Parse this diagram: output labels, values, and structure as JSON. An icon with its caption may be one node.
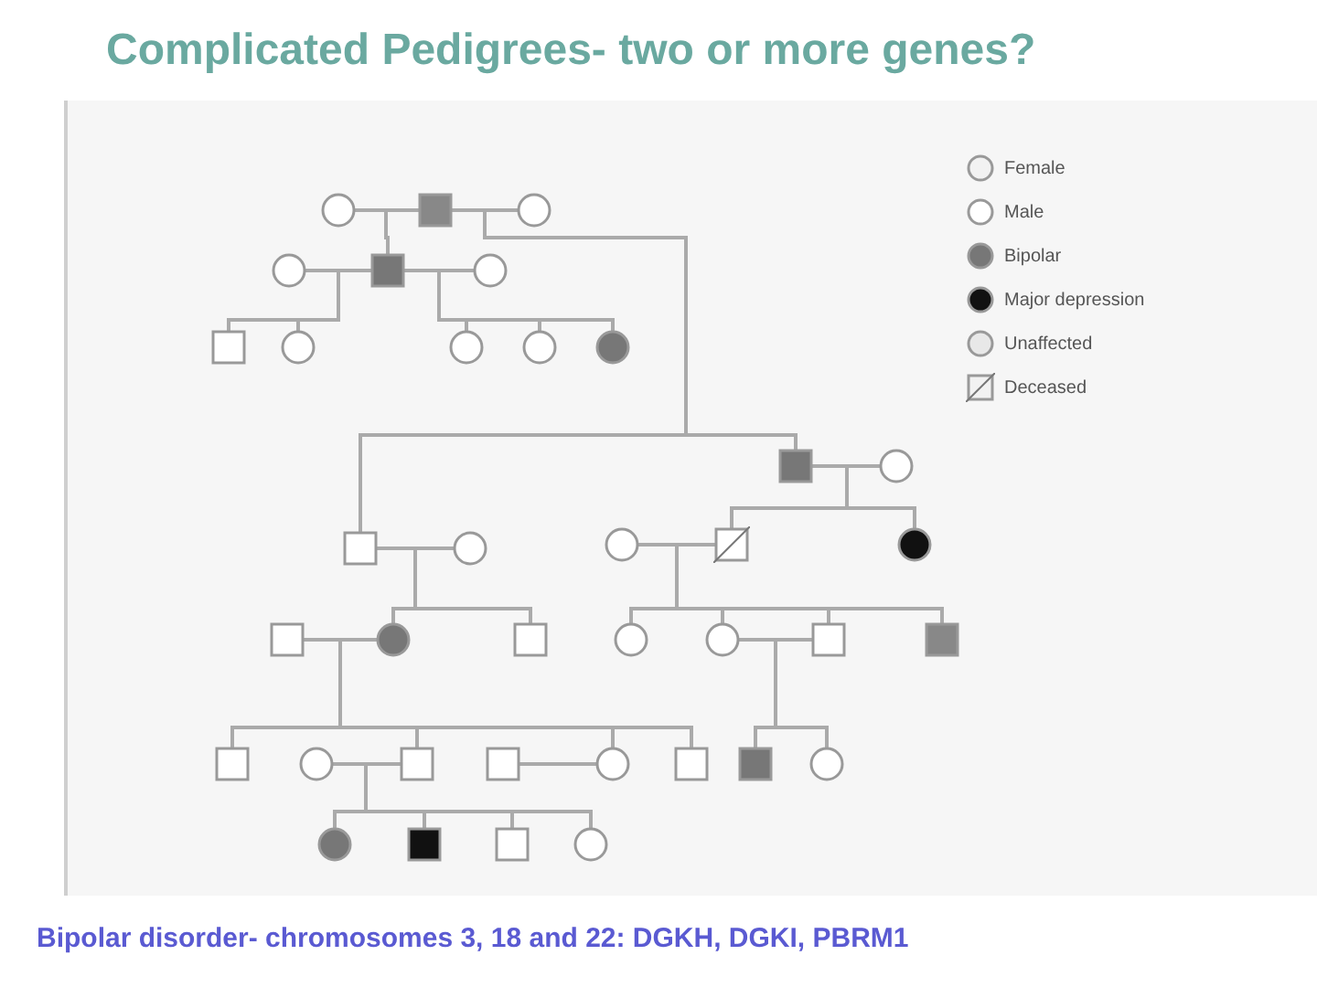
{
  "diagram": {
    "title": "Complicated Pedigrees- two or more genes?",
    "caption": "Bipolar disorder- chromosomes 3, 18 and 22: DGKH, DGKI, PBRM1",
    "nodes": [
      {
        "text": [],
        "shape": "circle"
      },
      {
        "text": [],
        "shape": "box"
      },
      {
        "text": [],
        "shape": "circle"
      },
      {
        "text": [],
        "shape": "circle"
      },
      {
        "text": [],
        "shape": "box"
      },
      {
        "text": [],
        "shape": "circle"
      },
      {
        "text": [],
        "shape": "box"
      },
      {
        "text": [],
        "shape": "circle"
      },
      {
        "text": [],
        "shape": "circle"
      },
      {
        "text": [],
        "shape": "circle"
      },
      {
        "text": [],
        "shape": "circle"
      },
      {
        "text": [],
        "shape": "box"
      },
      {
        "text": [],
        "shape": "circle"
      },
      {
        "text": [],
        "shape": "box"
      },
      {
        "text": [],
        "shape": "circle"
      },
      {
        "text": [],
        "shape": "circle"
      },
      {
        "text": [],
        "shape": "box"
      },
      {
        "text": [],
        "shape": "circle"
      },
      {
        "text": [],
        "shape": "box"
      },
      {
        "text": [],
        "shape": "circle"
      },
      {
        "text": [],
        "shape": "box"
      },
      {
        "text": [],
        "shape": "circle"
      },
      {
        "text": [],
        "shape": "circle"
      },
      {
        "text": [],
        "shape": "box"
      },
      {
        "text": [],
        "shape": "box"
      },
      {
        "text": [],
        "shape": "box"
      },
      {
        "text": [],
        "shape": "circle"
      },
      {
        "text": [],
        "shape": "box"
      },
      {
        "text": [],
        "shape": "box"
      },
      {
        "text": [],
        "shape": "circle"
      },
      {
        "text": [],
        "shape": "box"
      },
      {
        "text": [],
        "shape": "box"
      },
      {
        "text": [],
        "shape": "circle"
      },
      {
        "text": [],
        "shape": "circle"
      },
      {
        "text": [],
        "shape": "box"
      },
      {
        "text": [],
        "shape": "box"
      },
      {
        "text": [],
        "shape": "circle"
      }
    ],
    "edges": [
      {
        "from": 0,
        "to": 1,
        "arrow": "none"
      },
      {
        "from": 1,
        "to": 2,
        "arrow": "none"
      },
      {
        "from": 1,
        "to": 4,
        "arrow": "none"
      },
      {
        "from": 3,
        "to": 4,
        "arrow": "none"
      },
      {
        "from": 4,
        "to": 5,
        "arrow": "none"
      },
      {
        "from": 4,
        "to": 6,
        "arrow": "none"
      },
      {
        "from": 4,
        "to": 7,
        "arrow": "none"
      },
      {
        "from": 4,
        "to": 8,
        "arrow": "none"
      },
      {
        "from": 4,
        "to": 9,
        "arrow": "none"
      },
      {
        "from": 4,
        "to": 10,
        "arrow": "none"
      },
      {
        "from": 1,
        "to": 11,
        "arrow": "none"
      },
      {
        "from": 1,
        "to": 13,
        "arrow": "none"
      },
      {
        "from": 11,
        "to": 12,
        "arrow": "none"
      },
      {
        "from": 11,
        "to": 16,
        "arrow": "none"
      },
      {
        "from": 11,
        "to": 17,
        "arrow": "none"
      },
      {
        "from": 13,
        "to": 14,
        "arrow": "none"
      },
      {
        "from": 15,
        "to": 16,
        "arrow": "none"
      },
      {
        "from": 13,
        "to": 19,
        "arrow": "none"
      },
      {
        "from": 13,
        "to": 20,
        "arrow": "none"
      },
      {
        "from": 16,
        "to": 21,
        "arrow": "none"
      },
      {
        "from": 16,
        "to": 22,
        "arrow": "none"
      },
      {
        "from": 16,
        "to": 23,
        "arrow": "none"
      },
      {
        "from": 16,
        "to": 24,
        "arrow": "none"
      },
      {
        "from": 18,
        "to": 19,
        "arrow": "none"
      },
      {
        "from": 22,
        "to": 23,
        "arrow": "none"
      },
      {
        "from": 19,
        "to": 25,
        "arrow": "none"
      },
      {
        "from": 19,
        "to": 27,
        "arrow": "none"
      },
      {
        "from": 19,
        "to": 29,
        "arrow": "none"
      },
      {
        "from": 19,
        "to": 30,
        "arrow": "none"
      },
      {
        "from": 22,
        "to": 31,
        "arrow": "none"
      },
      {
        "from": 22,
        "to": 32,
        "arrow": "none"
      },
      {
        "from": 26,
        "to": 27,
        "arrow": "none"
      },
      {
        "from": 28,
        "to": 29,
        "arrow": "none"
      },
      {
        "from": 27,
        "to": 33,
        "arrow": "none"
      },
      {
        "from": 27,
        "to": 34,
        "arrow": "none"
      },
      {
        "from": 27,
        "to": 35,
        "arrow": "none"
      },
      {
        "from": 27,
        "to": 36,
        "arrow": "none"
      }
    ],
    "legend": [
      {
        "text": "Female"
      },
      {
        "text": "Male"
      },
      {
        "text": "Bipolar"
      },
      {
        "text": "Major depression"
      },
      {
        "text": "Unaffected"
      },
      {
        "text": "Deceased"
      }
    ]
  }
}
